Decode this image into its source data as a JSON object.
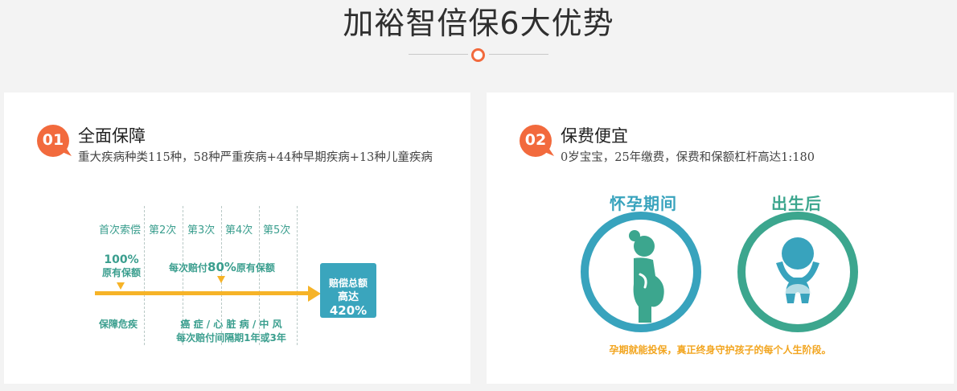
{
  "page_title": "加裕智倍保6大优势",
  "colors": {
    "accent_orange": "#f26a3d",
    "teal": "#3a9e8e",
    "blue": "#38a3bd",
    "green": "#3ca68e",
    "yellow": "#f6b328"
  },
  "cards": [
    {
      "badge": "01",
      "title": "全面保障",
      "subtitle": "重大疾病种类115种，58种严重疾病+44种早期疾病+13种儿童疾病",
      "diagram": {
        "stages": [
          "首次索偿",
          "第2次",
          "第3次",
          "第4次",
          "第5次"
        ],
        "first_pct": "100%",
        "first_label": "原有保额",
        "each_pay_prefix": "每次赔付",
        "each_pay_pct": "80%",
        "each_pay_suffix": "原有保额",
        "total_line1": "赔偿总额",
        "total_line2_prefix": "高达",
        "total_line2_pct": "420%",
        "risk_label": "保障危疾",
        "disease_line1": "癌 症 / 心 脏 病 / 中 风",
        "disease_line2": "每次赔付间隔期1年或3年"
      }
    },
    {
      "badge": "02",
      "title": "保费便宜",
      "subtitle": "0岁宝宝，25年缴费，保费和保额杠杆高达1:180",
      "illustration": {
        "pregnancy_label": "怀孕期间",
        "birth_label": "出生后",
        "note": "孕期就能投保，真正终身守护孩子的每个人生阶段。"
      }
    }
  ]
}
